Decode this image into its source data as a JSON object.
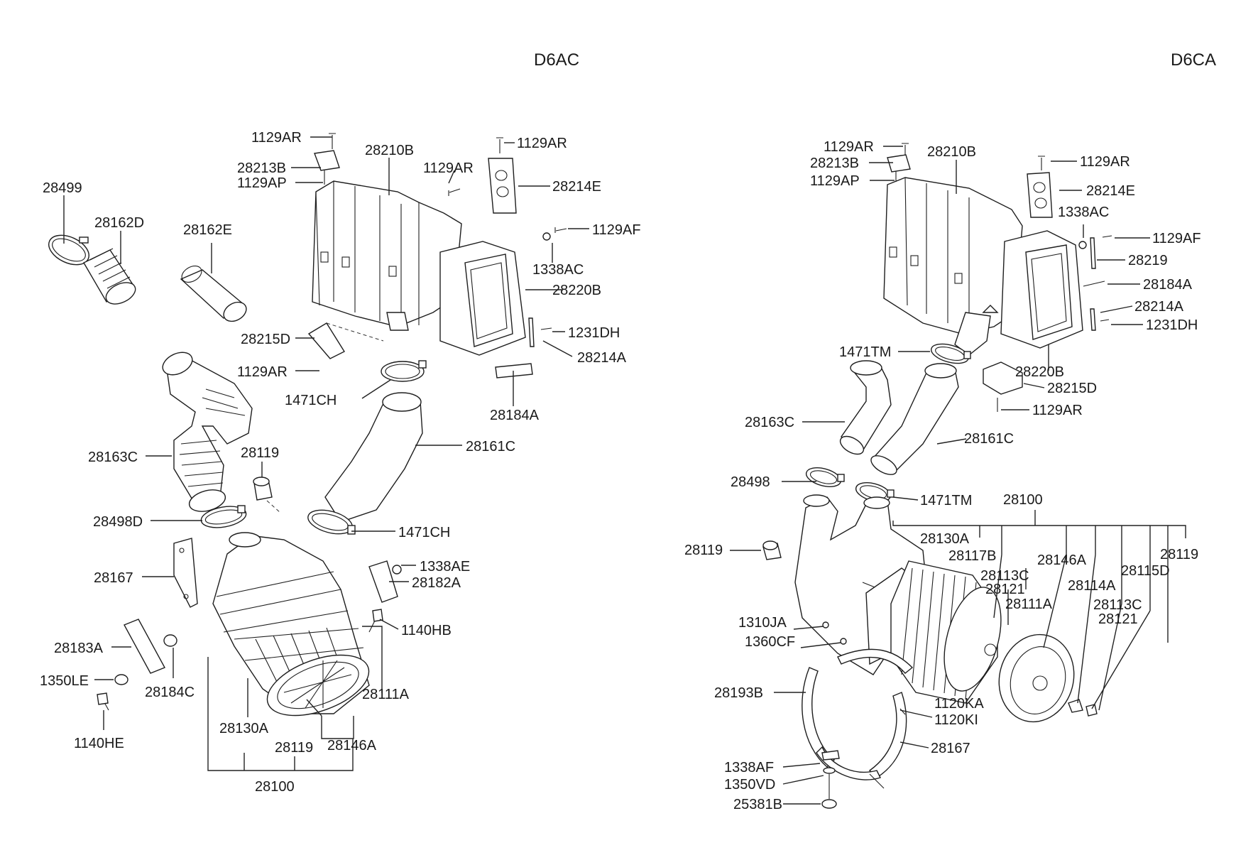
{
  "sections": [
    {
      "variant": "D6AC",
      "labels": [
        "1129AR",
        "28213B",
        "1129AP",
        "28210B",
        "1129AR",
        "1129AR",
        "28214E",
        "28499",
        "28162D",
        "28162E",
        "1129AF",
        "1338AC",
        "28220B",
        "28215D",
        "1231DH",
        "28214A",
        "1129AR",
        "1471CH",
        "28184A",
        "28161C",
        "28163C",
        "28119",
        "28498D",
        "1471CH",
        "1338AE",
        "28182A",
        "28167",
        "1140HB",
        "28183A",
        "28111A",
        "1350LE",
        "28184C",
        "1140HE",
        "28130A",
        "28119",
        "28146A",
        "28100"
      ]
    },
    {
      "variant": "D6CA",
      "labels": [
        "1129AR",
        "28213B",
        "1129AP",
        "28210B",
        "1129AR",
        "28214E",
        "1338AC",
        "1129AF",
        "28219",
        "28184A",
        "28214A",
        "1231DH",
        "1471TM",
        "28220B",
        "28215D",
        "1129AR",
        "28163C",
        "28161C",
        "28498",
        "1471TM",
        "28100",
        "28119",
        "28130A",
        "28117B",
        "28146A",
        "28119",
        "28113C",
        "28121",
        "28111A",
        "28114A",
        "28115D",
        "28113C",
        "28121",
        "1310JA",
        "1360CF",
        "28193B",
        "1120KA",
        "1120KI",
        "28167",
        "1338AF",
        "1350VD",
        "25381B"
      ]
    }
  ]
}
